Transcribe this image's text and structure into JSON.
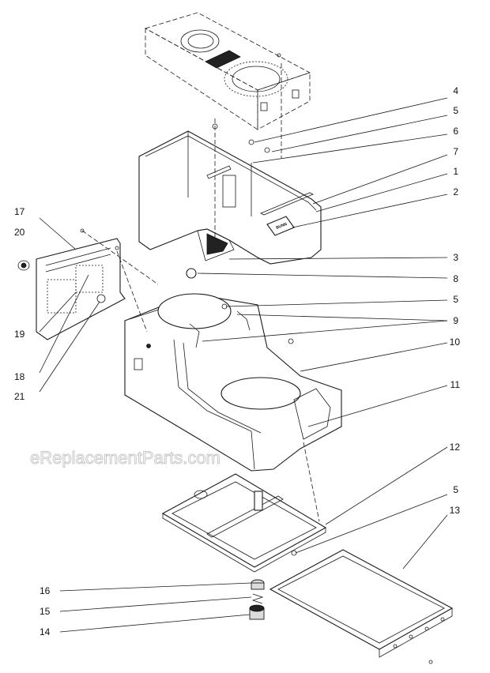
{
  "watermark": "eReplacementParts.com",
  "label_plate": "BUNN",
  "callouts": [
    {
      "n": "4"
    },
    {
      "n": "5"
    },
    {
      "n": "6"
    },
    {
      "n": "7"
    },
    {
      "n": "1"
    },
    {
      "n": "2"
    },
    {
      "n": "17"
    },
    {
      "n": "20"
    },
    {
      "n": "3"
    },
    {
      "n": "8"
    },
    {
      "n": "5"
    },
    {
      "n": "9"
    },
    {
      "n": "19"
    },
    {
      "n": "10"
    },
    {
      "n": "18"
    },
    {
      "n": "21"
    },
    {
      "n": "11"
    },
    {
      "n": "12"
    },
    {
      "n": "5"
    },
    {
      "n": "13"
    },
    {
      "n": "16"
    },
    {
      "n": "15"
    },
    {
      "n": "14"
    }
  ]
}
